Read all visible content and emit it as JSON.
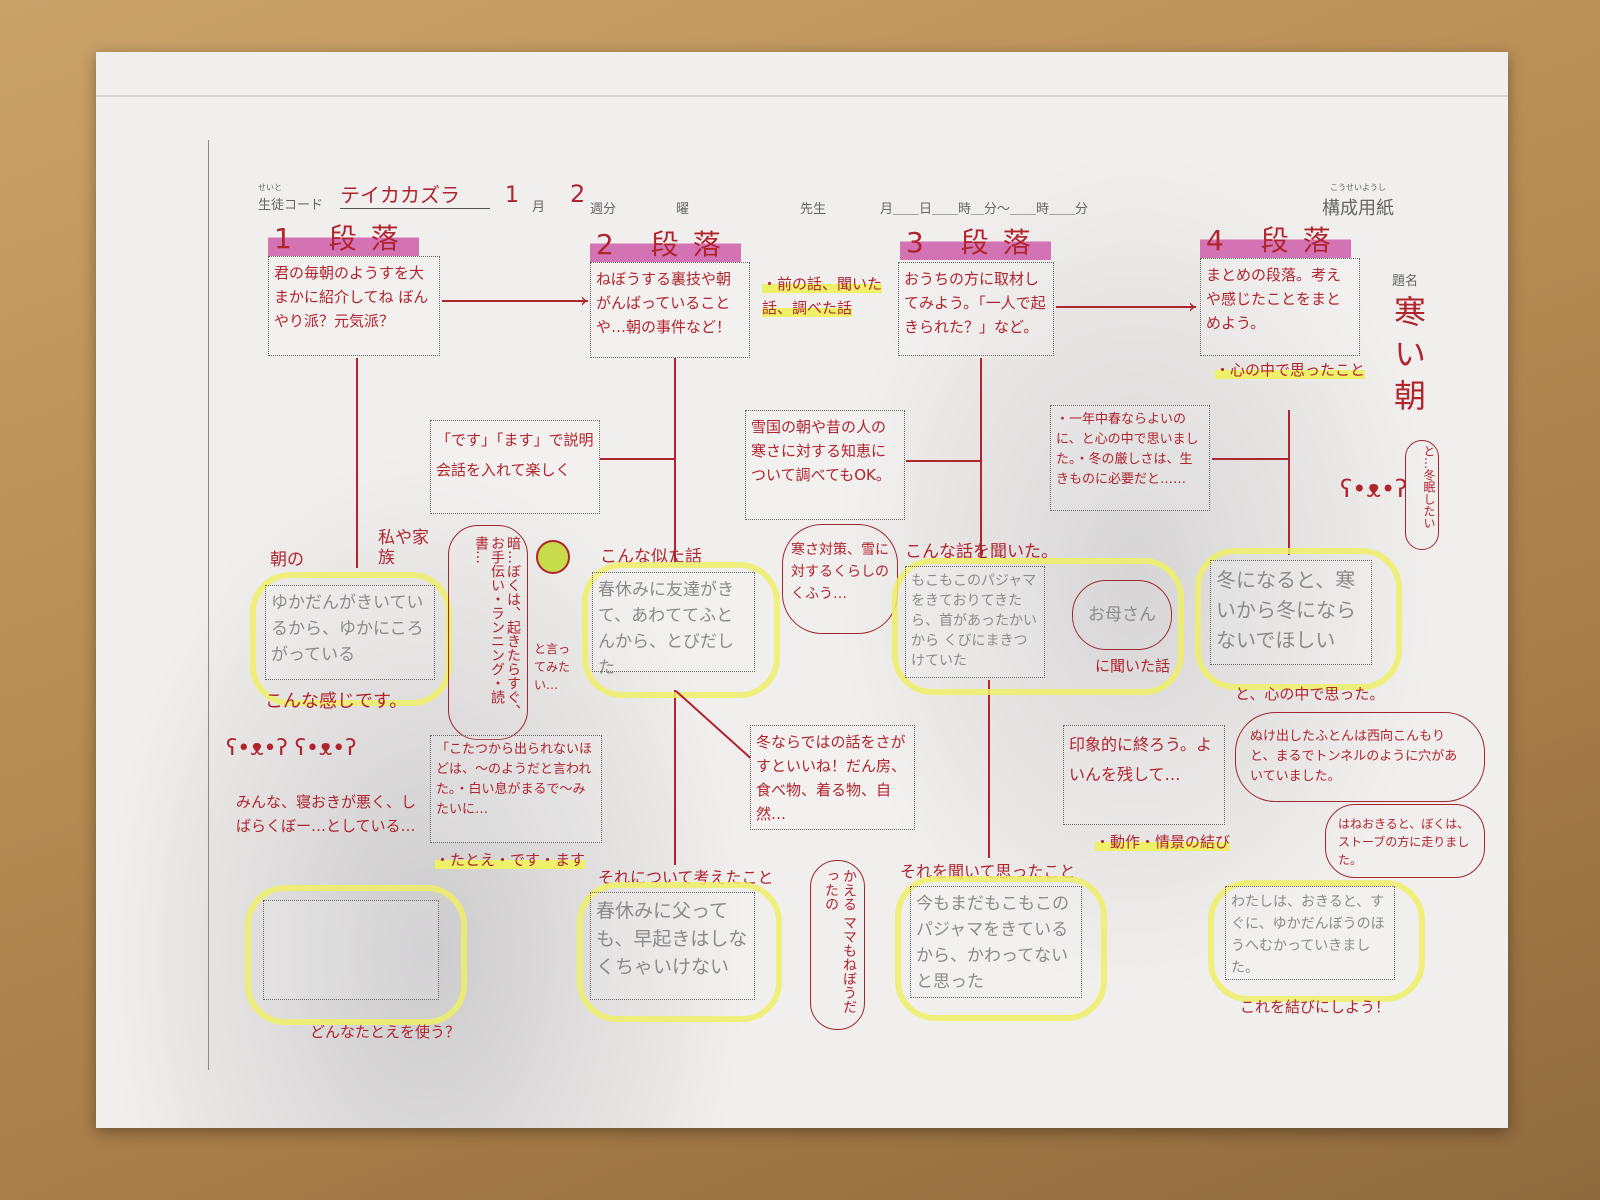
{
  "header": {
    "student_code_label": "生徒コード",
    "student_code_ruby": "せいと",
    "student_name": "テイカカズラ",
    "month": "1",
    "month_label": "月",
    "week": "2",
    "week_label": "週分",
    "day_label": "曜",
    "teacher_label": "先生",
    "date_labels": "月＿＿日＿＿時＿分〜＿＿時＿＿分",
    "form_title": "構成用紙",
    "form_title_ruby": "こうせいようし"
  },
  "title_block": {
    "label": "題名",
    "title": "寒い朝"
  },
  "paragraphs": [
    {
      "title": "1 段落",
      "prompt": "君の毎朝のようすを大まかに紹介してね ぼんやり派？元気派？"
    },
    {
      "title": "2 段落",
      "prompt": "ねぼうする裏技や朝がんばっていることや…朝の事件など！"
    },
    {
      "title": "3 段落",
      "prompt": "おうちの方に取材してみよう。「一人で起きられた？」など。"
    },
    {
      "title": "4 段落",
      "prompt": "まとめの段落。考えや感じたことをまとめよう。"
    }
  ],
  "notes": {
    "between_2_3": "・前の話、聞いた話、調べた話",
    "p4_hint": "・心の中で思ったこと",
    "p1_tip": "「です」「ます」で説明 会話を入れて楽しく",
    "p2_tip": "雪国の朝や昔の人の寒さに対する知恵について調べてもOK。",
    "p4_tip": "・一年中春ならよいのに、と心の中で思いました。・冬の厳しさは、生きものに必要だと……",
    "p2_cloud": "寒さ対策、雪に対するくらしのくふう…",
    "p1_label_a": "朝の",
    "p1_label_b": "私や家族",
    "p1_after": "こんな感じです。",
    "p1_speech": "暗…ぼくは、起きたらすぐ、お手伝い・ランニング・読書…",
    "p1_speech_after": "と言ってみたい…",
    "p2_label": "こんな似た話",
    "p3_label": "こんな話を聞いた。",
    "p3_cloud": "お母さん",
    "p3_cloud_after": "に聞いた話",
    "p4_after": "と、心の中で思った。",
    "animals_caption": "みんな、寝おきが悪く、しばらくぼー…としている…",
    "simile_tip": "「こたつから出られないほどは、〜のようだと言われた。・白い息がまるで〜みたいに…",
    "simile_hint": "・たとえ・です・ます",
    "simile_question": "どんなたとえを使う？",
    "winter_tip": "冬ならではの話をさがすといいね！だん房、食べ物、着る物、自然…",
    "ending_tip": "印象的に終ろう。よいんを残して…",
    "ending_hint": "・動作・情景の結び",
    "ending_cloud": "ぬけ出したふとんは西向こんもりと、まるでトンネルのように穴があいていました。",
    "ending_cloud2": "はねおきると、ぼくは、ストーブの方に走りました。",
    "ending_after": "これを結びにしよう！",
    "p2_thought_label": "それについて考えたこと",
    "p3_thought_label": "それを聞いて思ったこと",
    "kaeru_speech": "かえる ママもねぼうだったの",
    "bear_speech": "と…冬眠したい"
  },
  "student_writing": {
    "p1": "ゆかだんがきいているから、ゆかにころがっている",
    "p2": "春休みに友達がきて、あわててふとんから、とびだした",
    "p3": "もこもこのパジャマをきておりてきたら、首があったかいから くびにまきつけていた",
    "p4": "冬になると、寒いから冬にならないでほしい",
    "p1_bottom": "",
    "p2_bottom": "春休みに父っても、早起きはしなくちゃいけない",
    "p3_bottom": "今もまだもこもこのパジャマをきているから、かわってないと思った",
    "p4_bottom": "わたしは、おきると、すぐに、ゆかだんぼうのほうへむかっていきました。"
  }
}
